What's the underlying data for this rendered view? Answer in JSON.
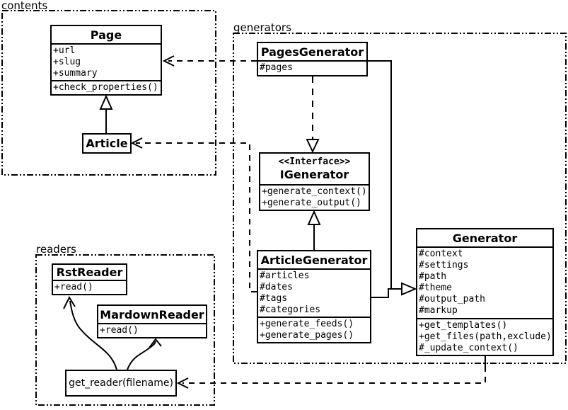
{
  "diagram": {
    "packages": {
      "contents": "contents",
      "generators": "generators",
      "readers": "readers"
    },
    "classes": {
      "page": {
        "name": "Page",
        "attributes": [
          "+url",
          "+slug",
          "+summary"
        ],
        "methods": [
          "+check_properties()"
        ]
      },
      "article": {
        "name": "Article"
      },
      "pages_generator": {
        "name": "PagesGenerator",
        "attributes": [
          "#pages"
        ]
      },
      "igenerator": {
        "stereotype": "<<Interface>>",
        "name": "IGenerator",
        "methods": [
          "+generate_context()",
          "+generate_output()"
        ]
      },
      "article_generator": {
        "name": "ArticleGenerator",
        "attributes": [
          "#articles",
          "#dates",
          "#tags",
          "#categories"
        ],
        "methods": [
          "+generate_feeds()",
          "+generate_pages()"
        ]
      },
      "generator": {
        "name": "Generator",
        "attributes": [
          "#context",
          "#settings",
          "#path",
          "#theme",
          "#output_path",
          "#markup"
        ],
        "methods": [
          "+get_templates()",
          "+get_files(path,exclude)",
          "#_update_context()"
        ]
      },
      "rst_reader": {
        "name": "RstReader",
        "methods": [
          "+read()"
        ]
      },
      "markdown_reader": {
        "name": "MardownReader",
        "methods": [
          "+read()"
        ]
      },
      "get_reader": {
        "label": "get_reader(filename)"
      }
    },
    "colors": {
      "line": "#000000",
      "background": "#ffffff"
    }
  }
}
